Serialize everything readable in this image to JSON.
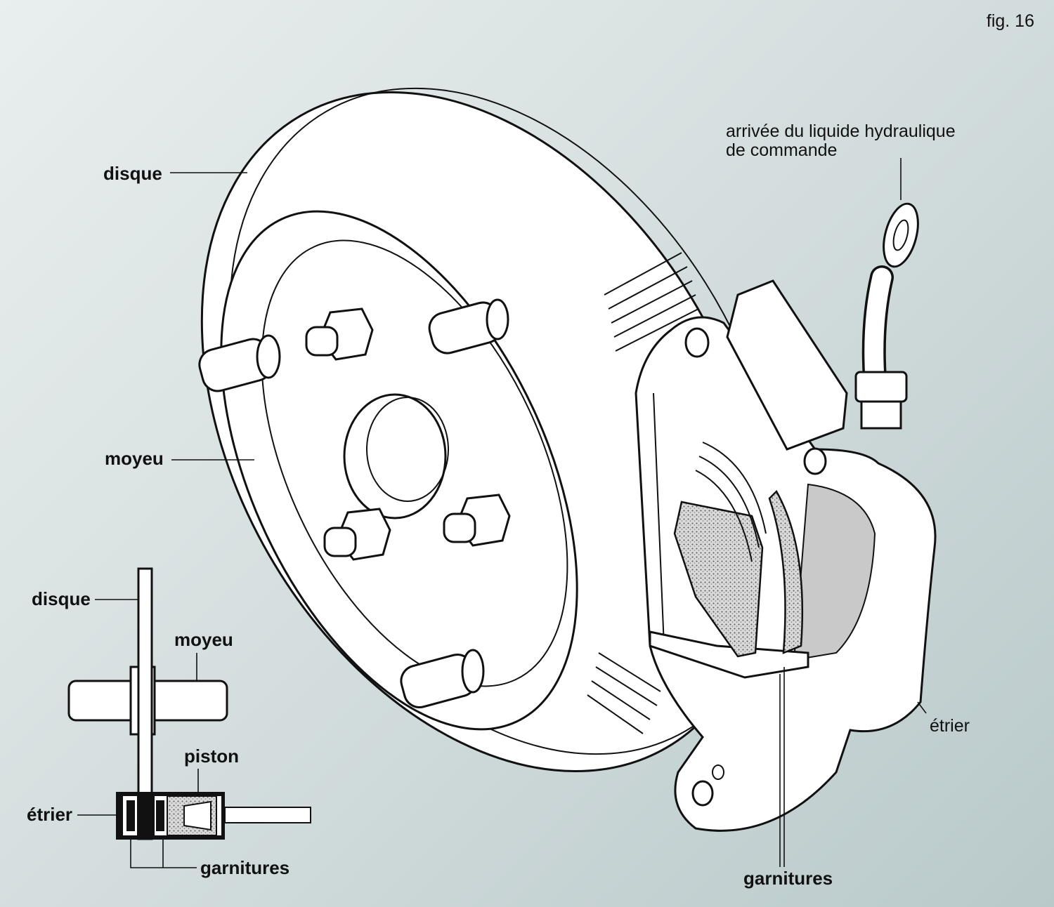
{
  "figure_label": "fig. 16",
  "main_labels": {
    "disque": "disque",
    "moyeu": "moyeu",
    "arrivee_line1": "arrivée du liquide hydraulique",
    "arrivee_line2": "de commande",
    "etrier": "étrier",
    "garnitures": "garnitures"
  },
  "inset_labels": {
    "disque": "disque",
    "moyeu": "moyeu",
    "piston": "piston",
    "etrier": "étrier",
    "garnitures": "garnitures"
  }
}
